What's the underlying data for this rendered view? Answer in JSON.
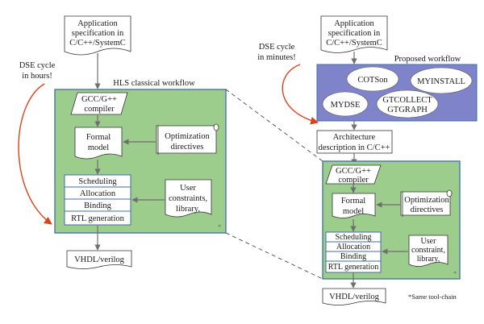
{
  "colors": {
    "panel_fill": "#9ccd8c",
    "panel_stroke": "#3f6ca8",
    "tool_panel_fill": "#7f83c9",
    "step_stroke": "#3f6ca8",
    "arrow": "#6f6f6f",
    "dse_arrow": "#d9431c"
  },
  "left": {
    "app_spec": [
      "Application",
      "specification in",
      "C/C++/SystemC"
    ],
    "dse_cycle": [
      "DSE cycle",
      "in hours!"
    ],
    "panel_title": "HLS classical workflow",
    "compiler": [
      "GCC/G++",
      "compiler"
    ],
    "formal_model": [
      "Formal",
      "model"
    ],
    "optimization": [
      "Optimization",
      "directives"
    ],
    "steps": [
      "Scheduling",
      "Allocation",
      "Binding",
      "RTL generation"
    ],
    "user_constraints": [
      "User",
      "constraints,",
      "library,"
    ],
    "asterisk": "*",
    "output": "VHDL/verilog"
  },
  "right": {
    "app_spec": [
      "Application",
      "specification in",
      "C/C++/SystemC"
    ],
    "dse_cycle": [
      "DSE cycle",
      "in minutes!"
    ],
    "proposed_title": "Proposed workflow",
    "tools": [
      "COTSon",
      "MYINSTALL",
      "MYDSE",
      "GTCOLLECT",
      "GTGRAPH"
    ],
    "architecture": [
      "Architecture",
      "description in C/C++"
    ],
    "compiler": [
      "GCC/G++",
      "compiler"
    ],
    "formal_model": [
      "Formal",
      "model"
    ],
    "optimization": [
      "Optimization",
      "directives"
    ],
    "steps": [
      "Scheduling",
      "Allocation",
      "Binding",
      "RTL generation"
    ],
    "user_constraints": [
      "User",
      "constraint,",
      "library,"
    ],
    "asterisk": "*",
    "output": "VHDL/verilog",
    "note": "*Same tool-chain"
  }
}
